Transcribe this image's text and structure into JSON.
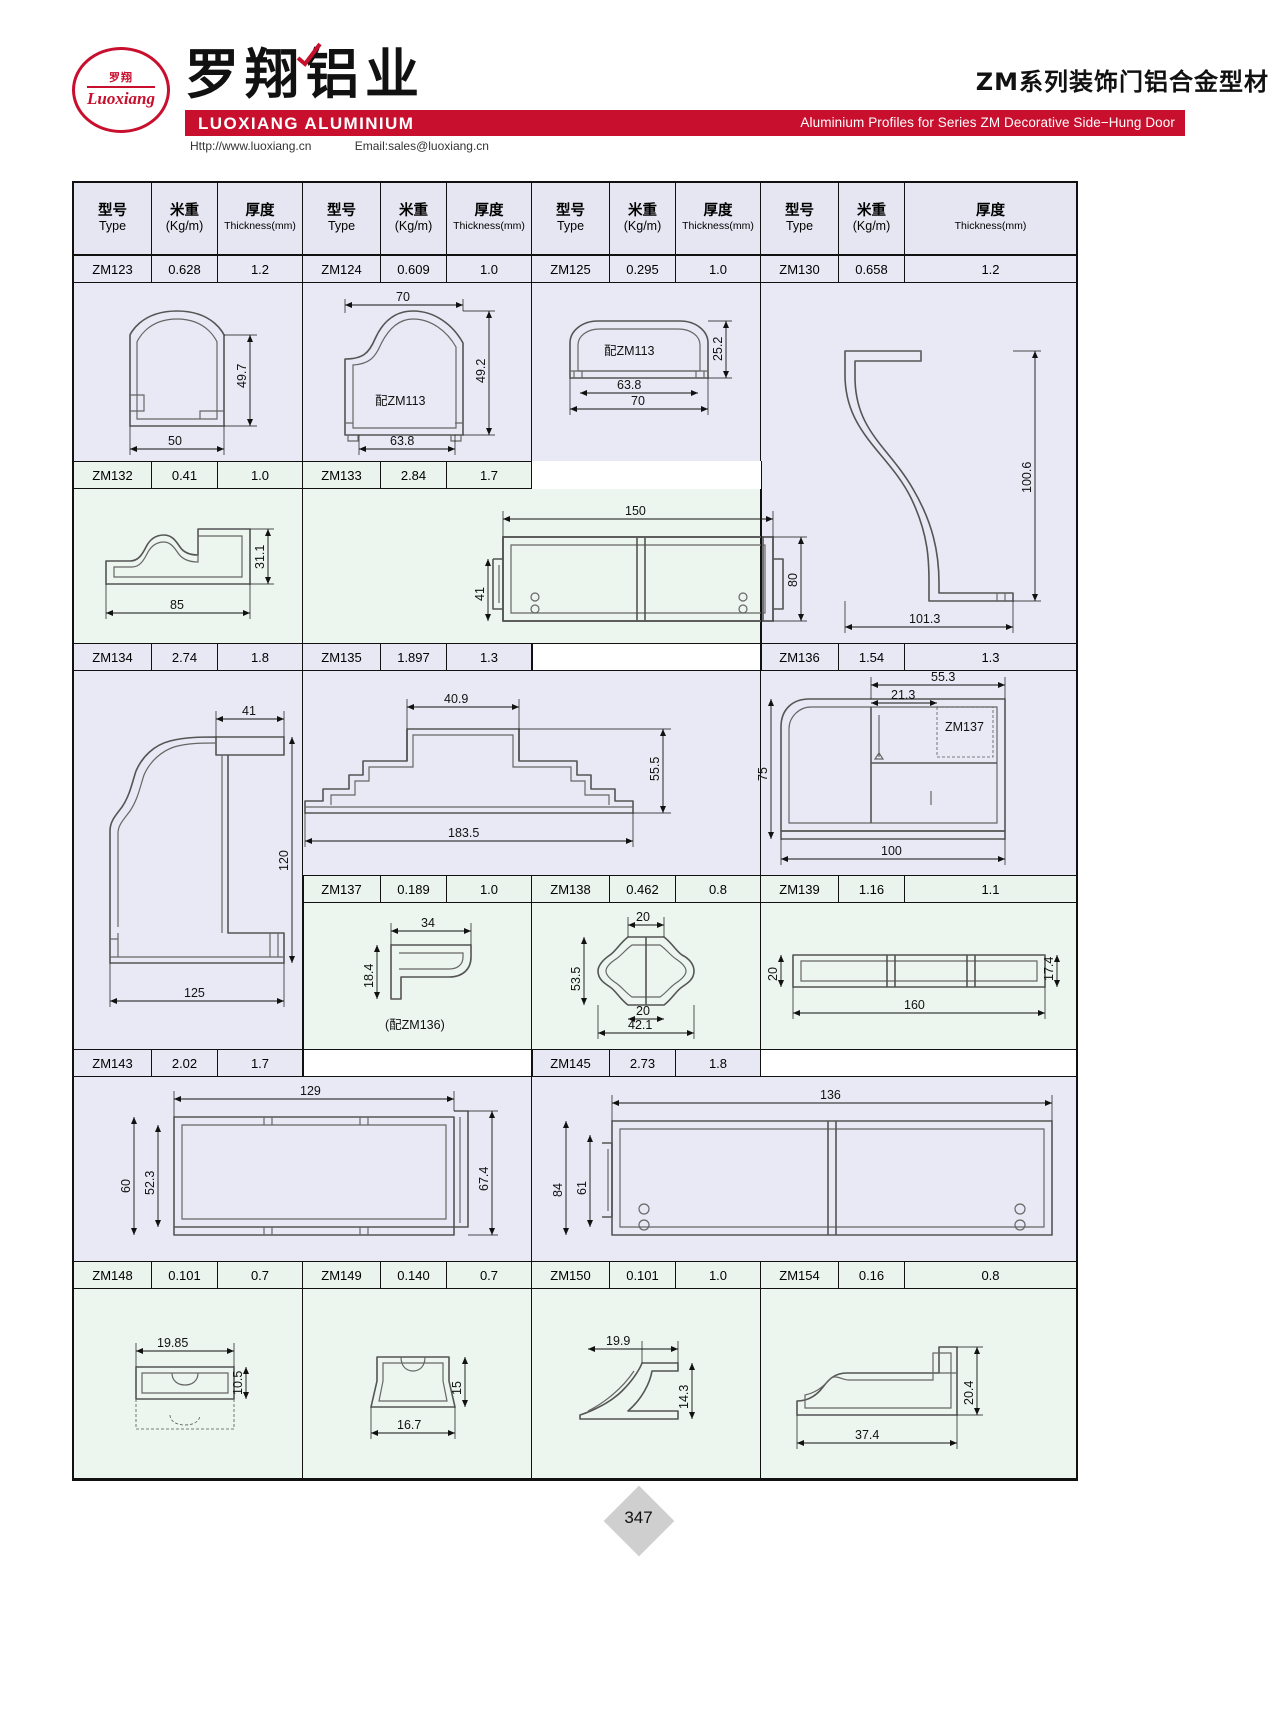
{
  "header": {
    "seal_top": "罗翔",
    "seal_bottom": "Luoxiang",
    "brand_cn": "罗翔铝业",
    "brand_en": "LUOXIANG ALUMINIUM",
    "title_cn": "ZM系列装饰门铝合金型材",
    "title_en": "Aluminium Profiles for Series ZM Decorative Side−Hung Door",
    "website": "Http://www.luoxiang.cn",
    "email": "Email:sales@luoxiang.cn",
    "brand_color": "#c8102e"
  },
  "table": {
    "column_headers": [
      {
        "cn": "型号",
        "en": "Type"
      },
      {
        "cn": "米重",
        "en": "(Kg/m)"
      },
      {
        "cn": "厚度",
        "en": "Thickness(mm)"
      },
      {
        "cn": "型号",
        "en": "Type"
      },
      {
        "cn": "米重",
        "en": "(Kg/m)"
      },
      {
        "cn": "厚度",
        "en": "Thickness(mm)"
      },
      {
        "cn": "型号",
        "en": "Type"
      },
      {
        "cn": "米重",
        "en": "(Kg/m)"
      },
      {
        "cn": "厚度",
        "en": "Thickness(mm)"
      },
      {
        "cn": "型号",
        "en": "Type"
      },
      {
        "cn": "米重",
        "en": "(Kg/m)"
      },
      {
        "cn": "厚度",
        "en": "Thickness(mm)"
      }
    ],
    "rows": [
      {
        "cells": [
          {
            "type": "ZM123",
            "weight": "0.628",
            "thickness": "1.2"
          },
          {
            "type": "ZM124",
            "weight": "0.609",
            "thickness": "1.0"
          },
          {
            "type": "ZM125",
            "weight": "0.295",
            "thickness": "1.0"
          },
          {
            "type": "ZM130",
            "weight": "0.658",
            "thickness": "1.2"
          }
        ]
      },
      {
        "cells": [
          {
            "type": "ZM132",
            "weight": "0.41",
            "thickness": "1.0"
          },
          {
            "type": "ZM133",
            "weight": "2.84",
            "thickness": "1.7"
          }
        ]
      },
      {
        "cells": [
          {
            "type": "ZM134",
            "weight": "2.74",
            "thickness": "1.8"
          },
          {
            "type": "ZM135",
            "weight": "1.897",
            "thickness": "1.3"
          },
          {
            "type": "ZM136",
            "weight": "1.54",
            "thickness": "1.3"
          }
        ]
      },
      {
        "cells": [
          {
            "type": "ZM137",
            "weight": "0.189",
            "thickness": "1.0"
          },
          {
            "type": "ZM138",
            "weight": "0.462",
            "thickness": "0.8"
          },
          {
            "type": "ZM139",
            "weight": "1.16",
            "thickness": "1.1"
          }
        ]
      },
      {
        "cells": [
          {
            "type": "ZM143",
            "weight": "2.02",
            "thickness": "1.7"
          },
          {
            "type": "ZM145",
            "weight": "2.73",
            "thickness": "1.8"
          }
        ]
      },
      {
        "cells": [
          {
            "type": "ZM148",
            "weight": "0.101",
            "thickness": "0.7"
          },
          {
            "type": "ZM149",
            "weight": "0.140",
            "thickness": "0.7"
          },
          {
            "type": "ZM150",
            "weight": "0.101",
            "thickness": "1.0"
          },
          {
            "type": "ZM154",
            "weight": "0.16",
            "thickness": "0.8"
          }
        ]
      }
    ]
  },
  "drawings": {
    "zm123": {
      "dims": [
        "49.7",
        "50"
      ]
    },
    "zm124": {
      "dims": [
        "70",
        "49.2",
        "63.8"
      ],
      "note": "配ZM113"
    },
    "zm125": {
      "dims": [
        "25.2",
        "63.8",
        "70"
      ],
      "note": "配ZM113"
    },
    "zm130": {
      "dims": [
        "100.6",
        "101.3"
      ]
    },
    "zm132": {
      "dims": [
        "31.1",
        "85"
      ]
    },
    "zm133": {
      "dims": [
        "150",
        "80",
        "41"
      ]
    },
    "zm134": {
      "dims": [
        "41",
        "120",
        "125"
      ]
    },
    "zm135": {
      "dims": [
        "40.9",
        "55.5",
        "183.5"
      ]
    },
    "zm136": {
      "dims": [
        "55.3",
        "21.3",
        "75",
        "100"
      ],
      "note": "ZM137"
    },
    "zm137": {
      "dims": [
        "34",
        "18.4"
      ],
      "note": "(配ZM136)"
    },
    "zm138": {
      "dims": [
        "20",
        "53.5",
        "20",
        "42.1"
      ]
    },
    "zm139": {
      "dims": [
        "20",
        "17.4",
        "160"
      ]
    },
    "zm143": {
      "dims": [
        "129",
        "60",
        "52.3",
        "67.4"
      ]
    },
    "zm145": {
      "dims": [
        "136",
        "84",
        "61"
      ]
    },
    "zm148": {
      "dims": [
        "19.85",
        "10.5"
      ]
    },
    "zm149": {
      "dims": [
        "15",
        "16.7"
      ]
    },
    "zm150": {
      "dims": [
        "19.9",
        "14.3"
      ]
    },
    "zm154": {
      "dims": [
        "20.4",
        "37.4"
      ]
    }
  },
  "footer": {
    "page_number": "347"
  }
}
